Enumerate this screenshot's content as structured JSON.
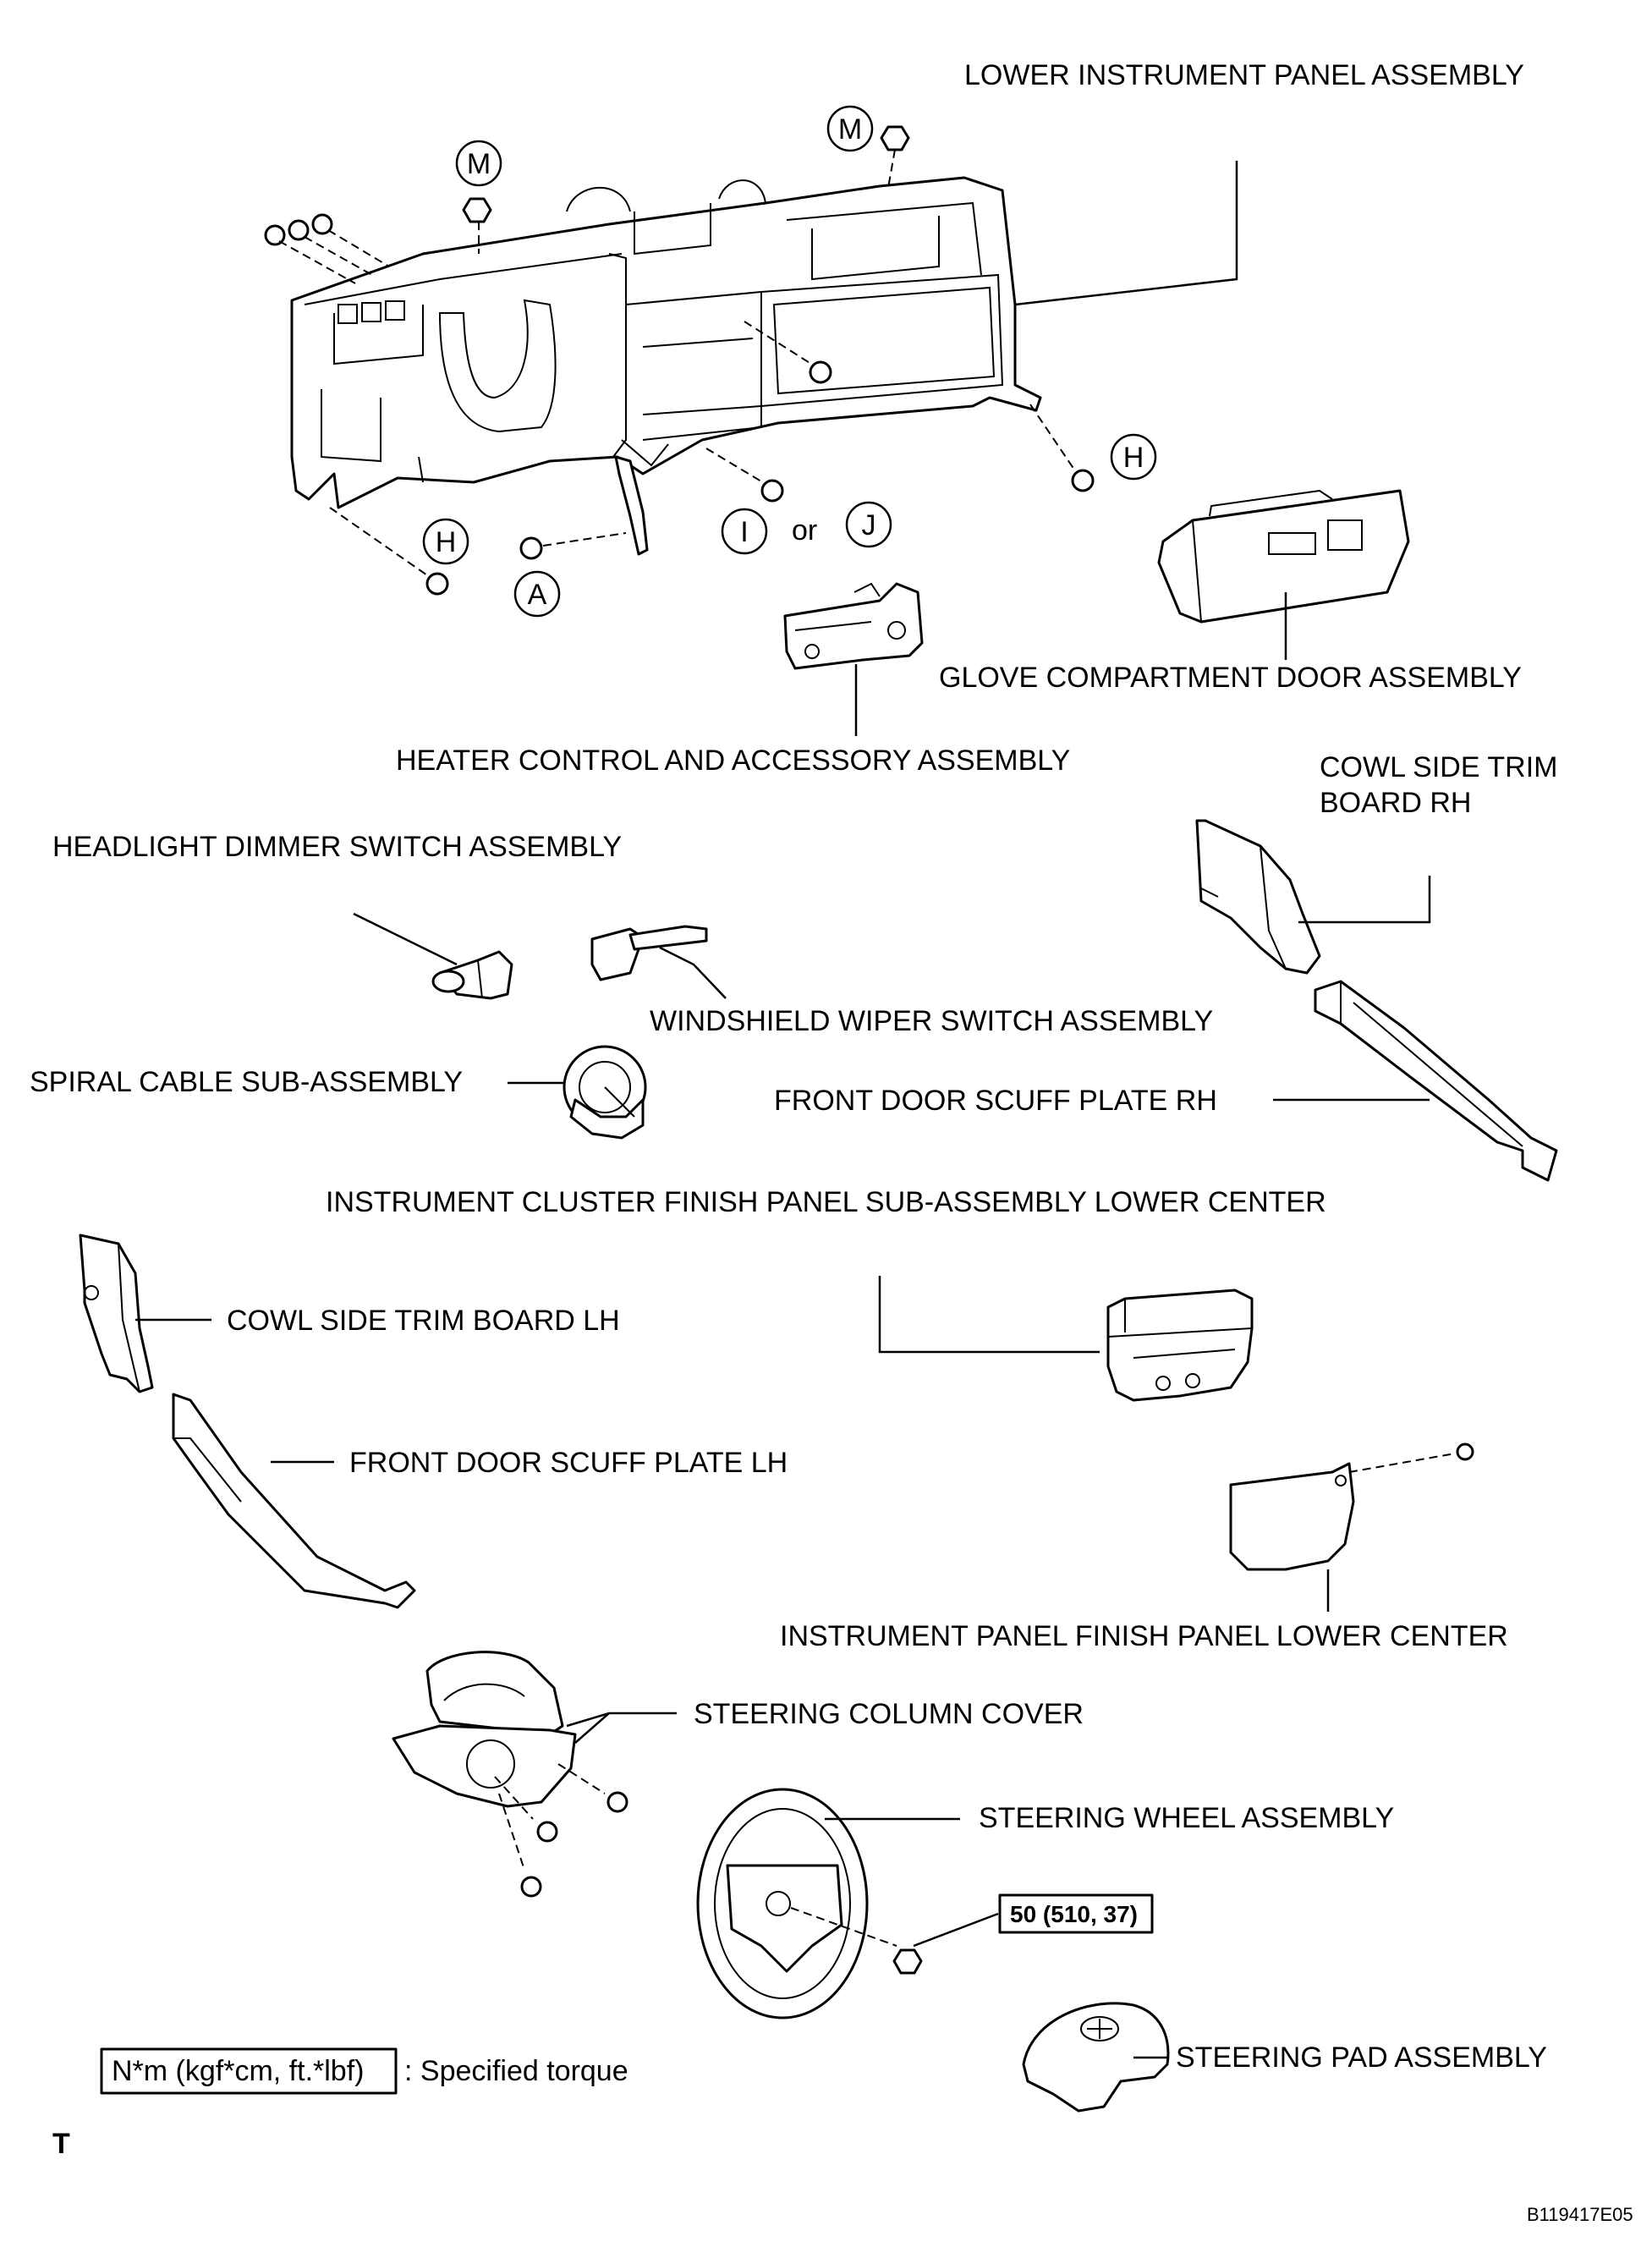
{
  "labels": {
    "lower_instrument_panel": "LOWER INSTRUMENT PANEL ASSEMBLY",
    "glove_compartment_door": "GLOVE COMPARTMENT DOOR ASSEMBLY",
    "heater_control": "HEATER CONTROL AND ACCESSORY ASSEMBLY",
    "cowl_side_rh_line1": "COWL SIDE TRIM",
    "cowl_side_rh_line2": "BOARD RH",
    "headlight_dimmer": "HEADLIGHT DIMMER SWITCH ASSEMBLY",
    "windshield_wiper": "WINDSHIELD WIPER SWITCH ASSEMBLY",
    "spiral_cable": "SPIRAL CABLE SUB-ASSEMBLY",
    "front_door_scuff_rh": "FRONT DOOR SCUFF PLATE RH",
    "instrument_cluster_finish": "INSTRUMENT CLUSTER FINISH PANEL SUB-ASSEMBLY LOWER CENTER",
    "cowl_side_lh": "COWL SIDE TRIM BOARD LH",
    "front_door_scuff_lh": "FRONT DOOR SCUFF PLATE LH",
    "instrument_panel_finish": "INSTRUMENT PANEL FINISH PANEL LOWER CENTER",
    "steering_column_cover": "STEERING COLUMN COVER",
    "steering_wheel": "STEERING WHEEL ASSEMBLY",
    "steering_pad": "STEERING PAD ASSEMBLY"
  },
  "fastener_marks": {
    "m_left": "M",
    "m_right": "M",
    "h_left": "H",
    "h_right": "H",
    "a": "A",
    "i": "I",
    "j": "J",
    "or_text": "or"
  },
  "torque": {
    "steering_wheel_nut": "50 (510, 37)",
    "legend_box": "N*m (kgf*cm, ft.*lbf)",
    "legend_text": ": Specified torque"
  },
  "footer": {
    "corner_letter": "T",
    "figure_code": "B119417E05"
  }
}
